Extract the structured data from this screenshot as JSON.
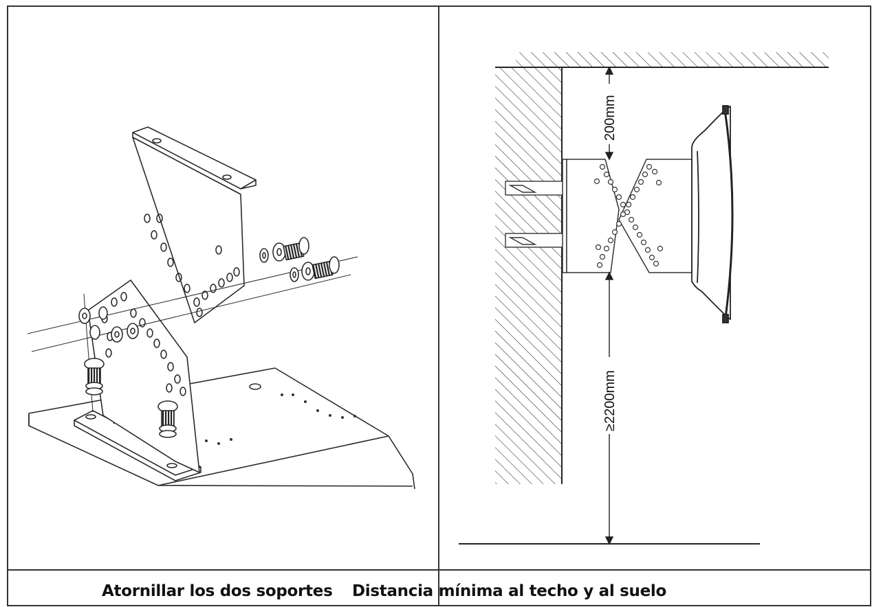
{
  "captions": {
    "left": "Atornillar los dos soportes",
    "right": "Distancia mínima al techo y al suelo"
  },
  "dimensions": {
    "ceiling_gap": "200mm",
    "floor_height": "≥2200mm"
  },
  "colors": {
    "ink": "#222222",
    "background": "#ffffff",
    "highlight": "#111111"
  },
  "icons": {
    "hatch": "hatch-pattern",
    "screw": "screw-icon",
    "washer": "washer-icon"
  }
}
